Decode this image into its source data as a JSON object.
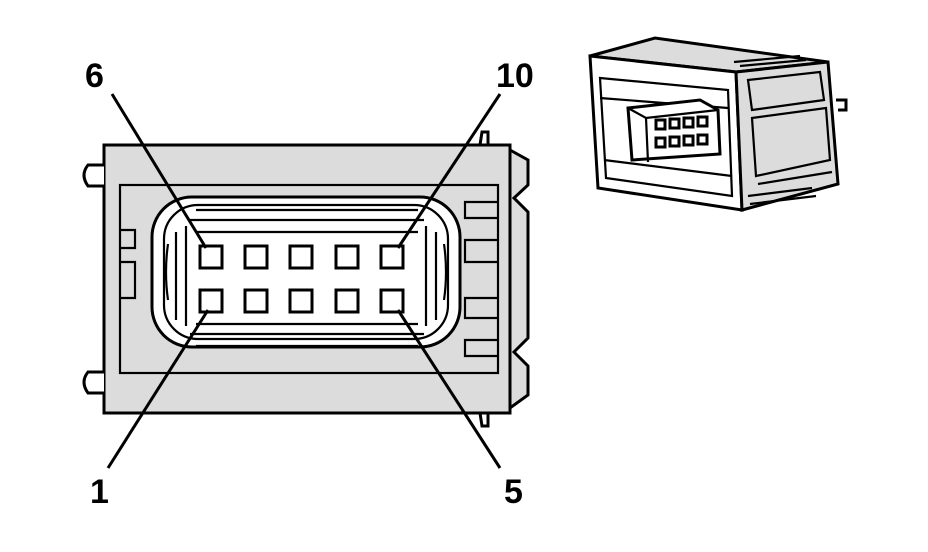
{
  "pin_labels": {
    "top_left": "6",
    "top_right": "10",
    "bottom_left": "1",
    "bottom_right": "5"
  },
  "colors": {
    "body_fill": "#dcdcdc",
    "line": "#000000",
    "background": "#ffffff"
  },
  "connector": {
    "cavity_rows": 2,
    "cavities_per_row": 5
  }
}
